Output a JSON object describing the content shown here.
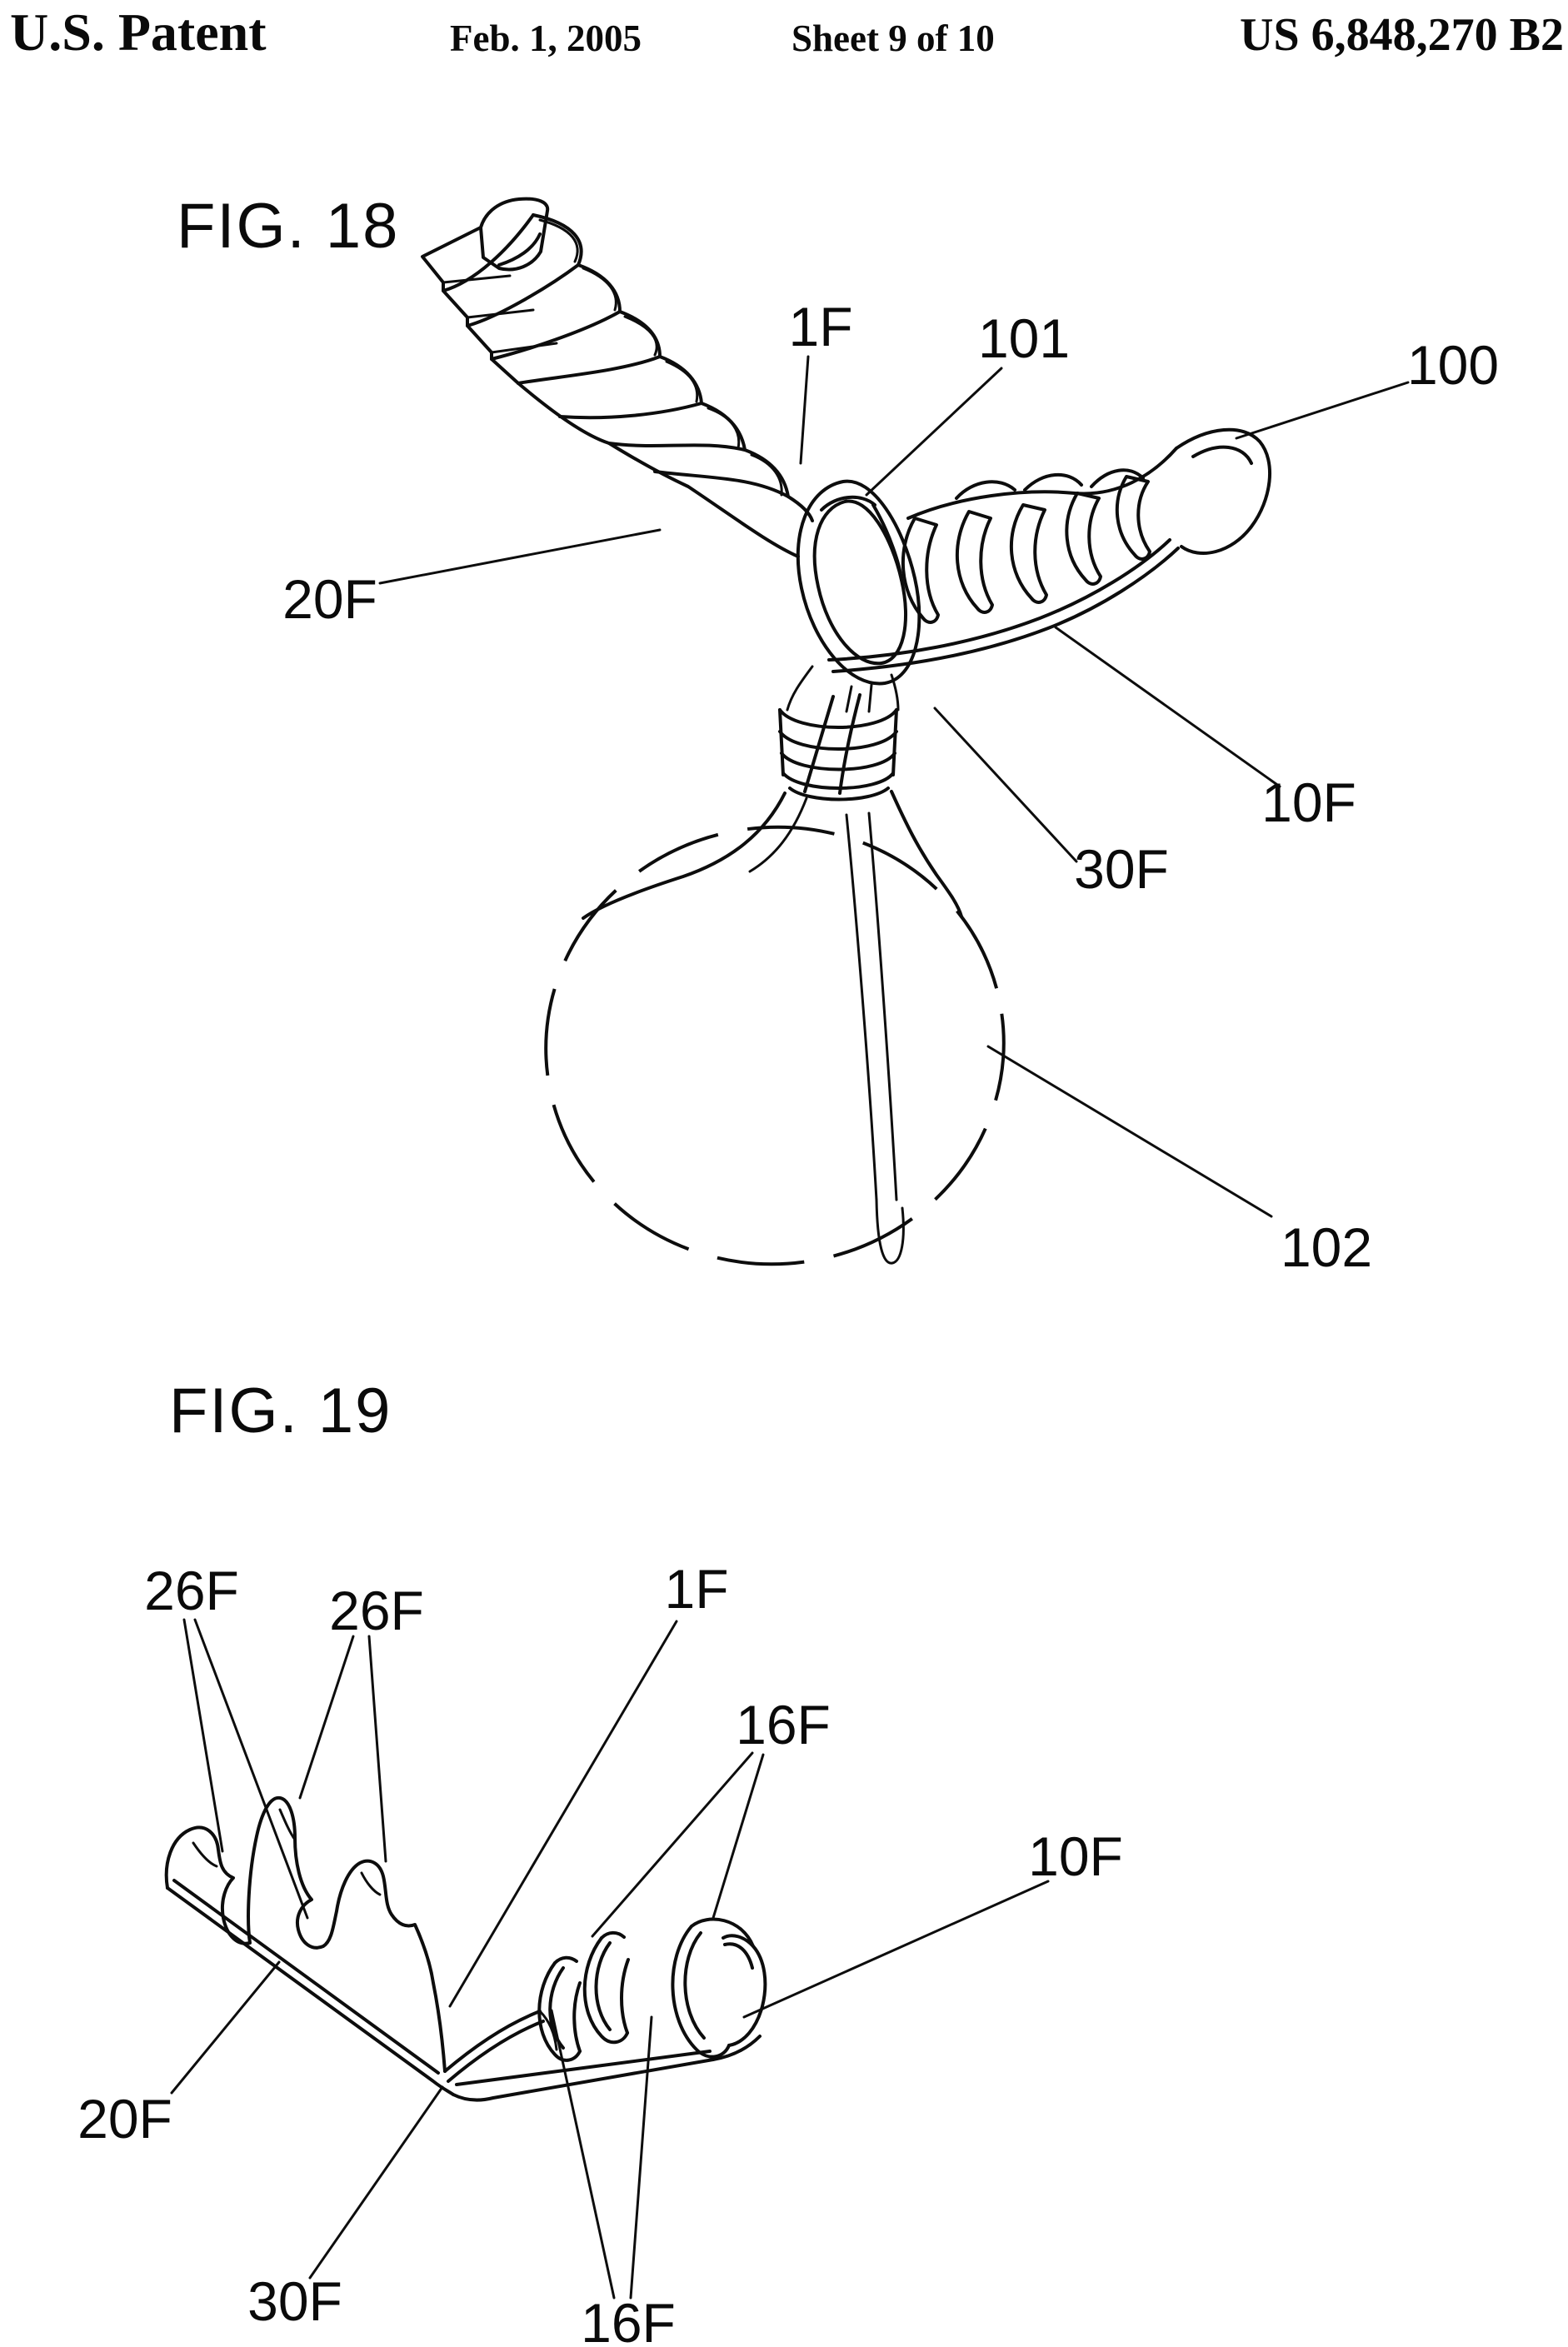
{
  "header": {
    "title": "U.S. Patent",
    "date": "Feb. 1, 2005",
    "sheet": "Sheet 9 of 10",
    "number": "US 6,848,270 B2"
  },
  "fig18": {
    "caption": "FIG. 18",
    "labels": [
      "1F",
      "101",
      "100",
      "20F",
      "10F",
      "30F",
      "102"
    ]
  },
  "fig19": {
    "caption": "FIG. 19",
    "labels": [
      "26F",
      "26F",
      "1F",
      "16F",
      "10F",
      "20F",
      "30F",
      "16F"
    ]
  }
}
